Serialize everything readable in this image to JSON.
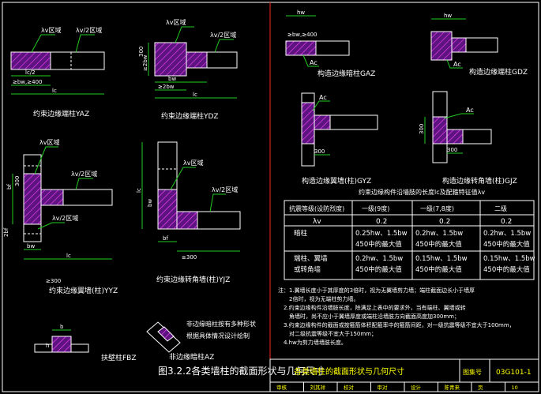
{
  "colors": {
    "background": "#000000",
    "frame": "#ffffff",
    "divider": "#cc2222",
    "hatch_fill": "#7a1fa0",
    "hatch_stroke": "#ff33ff",
    "dim_line": "#22cc22",
    "leader": "#22cc22",
    "label": "#ffffff",
    "table_text": "#ffffff",
    "title_text": "#ffff00",
    "titleblock_text": "#ffff00"
  },
  "figure_caption": "图3.2.2各类墙柱的截面形状与几何尺寸",
  "left_panel": {
    "yaz": {
      "zone_a": "λv区域",
      "zone_b": "λv/2区域",
      "dim_l2": "lc/2",
      "dim_bw": "≥bw,≥400",
      "dim_lc": "lc",
      "name": "约束边缘端柱YAZ"
    },
    "ydz": {
      "zone_a": "λv区域",
      "zone_b": "λv/2区域",
      "dim_side": "≥2bw",
      "dim_300": "300",
      "dim_bottom": "≥2bw",
      "dim_lc": "lc",
      "dim_bw": "bw",
      "name": "约束边缘端柱YDZ"
    },
    "yyz": {
      "zone_a": "λv区域",
      "zone_b": "λv/2区域",
      "zone_c": "λv/2区域",
      "dim_bf": "bf",
      "dim_300": "300",
      "dim_2bf": "2bf",
      "dim_bw": "bw",
      "dim_lc": "lc",
      "dim_300b": "≥300",
      "name": "约束边缘翼墙(柱)YYZ"
    },
    "yjz": {
      "zone_a": "λv区域",
      "zone_b": "λv/2区域",
      "dim_lc": "lc",
      "dim_bw": "bw",
      "dim_300": "≥300",
      "dim_bf": "bf",
      "name": "约束边缘转角墙(柱)YJZ"
    },
    "fbz": {
      "dim_b": "b",
      "dim_h": "h",
      "name": "扶壁柱FBZ"
    },
    "az": {
      "note_line1": "非边缘暗柱按有多种形状",
      "note_line2": "根据具体情况设计绘制",
      "name": "非边缘暗柱AZ"
    }
  },
  "right_panel": {
    "gaz": {
      "dim_top": "hw",
      "dim_bw": "≥bw,≥400",
      "ac": "Ac",
      "name": "构造边缘暗柱GAZ"
    },
    "gdz": {
      "dim_top": "hw",
      "ac": "Ac",
      "name": "构造边缘端柱GDZ"
    },
    "gyz": {
      "ac": "Ac",
      "dim_300": "300",
      "name": "构造边缘翼墙(柱)GYZ"
    },
    "gjz": {
      "ac": "Ac",
      "dim_300": "300",
      "dim_300b": "300",
      "name": "构造边缘转角墙(柱)GJZ"
    },
    "table": {
      "title": "约束边缘构件沿墙肢的长度lc及配箍特征值λv",
      "headers": [
        "抗震等级(设防烈度)",
        "一级(9度)",
        "一级(7,8度)",
        "二级"
      ],
      "rows": [
        [
          "λv",
          "0.2",
          "0.2",
          "0.2"
        ],
        [
          "暗柱",
          "0.25hw、1.5bw\n450中的最大值",
          "0.2hw、1.5bw\n450中的最大值",
          "0.2hw、1.5bw\n450中的最大值"
        ],
        [
          "端柱、翼墙\n或转角墙",
          "0.2hw、1.5bw\n450中的最大值",
          "0.15hw、1.5bw\n450中的最大值",
          "0.15hw、1.5bw\n450中的最大值"
        ]
      ]
    },
    "notes": [
      "注：1.翼墙长度小于其厚度的3倍时，视为无翼墙剪力墙；端柱截面边长小于墙厚",
      "　　2倍时，视为无端柱剪力墙。",
      "　2.约束边缘构件沿墙肢长度，除满足上表中的要求外，当有端柱、翼墙或转",
      "　　角墙时，尚不应小于翼墙厚度或端柱沿墙肢方向截面高度加300mm；",
      "　3.约束边缘构件的截面或按箍筋体积配箍率中的箍筋间距，对一级抗震等级不宜大于100mm，",
      "　　对二级抗震等级不宜大于150mm；",
      "　4.hw为剪力墙墙肢长度。"
    ],
    "titleblock": {
      "title": "各类墙柱的截面形状与几何尺寸",
      "atlas_label": "图集号",
      "atlas_no": "03G101-1",
      "bottom_cells": [
        "审核",
        "刘其祥",
        "校对",
        "审对",
        "设计",
        "陈青来",
        "页",
        "10"
      ]
    }
  }
}
